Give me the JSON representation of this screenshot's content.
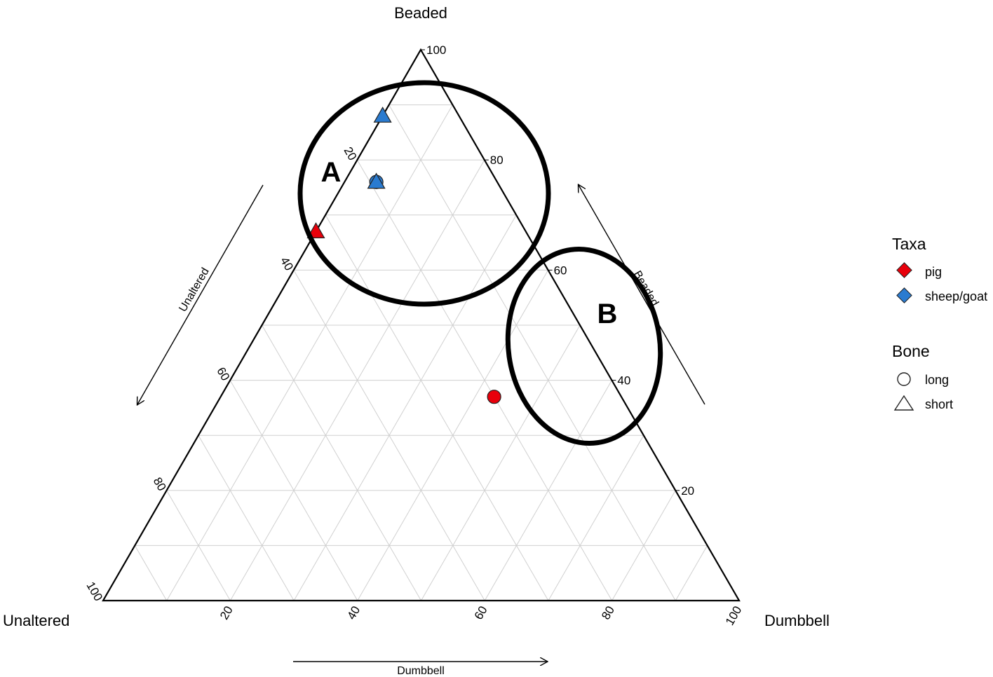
{
  "chart_data": {
    "type": "scatter",
    "subtype": "ternary",
    "vertices": {
      "top": "Beaded",
      "left": "Unaltered",
      "right": "Dumbbell"
    },
    "axis_titles": {
      "unaltered": "Unaltered",
      "beaded": "Beaded",
      "dumbbell": "Dumbbell"
    },
    "tick_values": [
      20,
      40,
      60,
      80,
      100
    ],
    "axis_range": [
      0,
      100
    ],
    "grid": true,
    "points": [
      {
        "taxa": "sheep/goat",
        "bone": "short",
        "beaded": 88,
        "dumbbell": 0,
        "unaltered": 12
      },
      {
        "taxa": "sheep/goat",
        "bone": "long",
        "beaded": 76,
        "dumbbell": 5,
        "unaltered": 19
      },
      {
        "taxa": "sheep/goat",
        "bone": "short",
        "beaded": 76,
        "dumbbell": 5,
        "unaltered": 19
      },
      {
        "taxa": "pig",
        "bone": "short",
        "beaded": 67,
        "dumbbell": 0,
        "unaltered": 33
      },
      {
        "taxa": "pig",
        "bone": "long",
        "beaded": 37,
        "dumbbell": 43,
        "unaltered": 20
      }
    ],
    "regions": [
      {
        "label": "A"
      },
      {
        "label": "B"
      }
    ],
    "legend": {
      "placement": "right",
      "groups": [
        {
          "title": "Taxa",
          "items": [
            {
              "label": "pig",
              "color": "#e8000b",
              "shape": "diamond"
            },
            {
              "label": "sheep/goat",
              "color": "#2a7bd0",
              "shape": "diamond"
            }
          ]
        },
        {
          "title": "Bone",
          "items": [
            {
              "label": "long",
              "shape": "circle"
            },
            {
              "label": "short",
              "shape": "triangle"
            }
          ]
        }
      ]
    }
  }
}
